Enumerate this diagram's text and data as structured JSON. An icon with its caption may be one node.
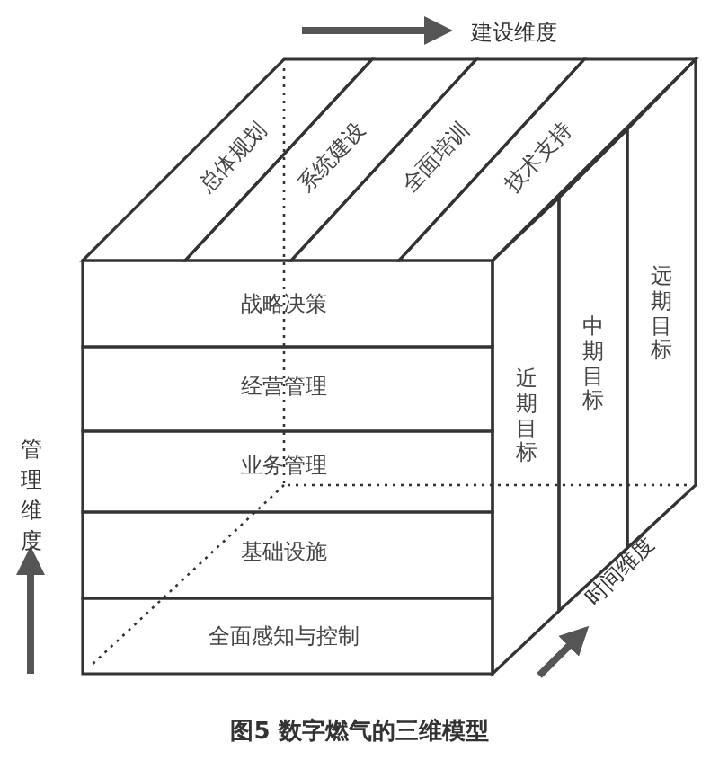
{
  "diagram": {
    "caption": "图5 数字燃气的三维模型",
    "nodes": [
      {
        "text": [
          "总体规划"
        ]
      },
      {
        "text": [
          "系统建设"
        ]
      },
      {
        "text": [
          "全面培训"
        ]
      },
      {
        "text": [
          "技术支持"
        ]
      },
      {
        "text": [
          "战略决策"
        ]
      },
      {
        "text": [
          "经营管理"
        ]
      },
      {
        "text": [
          "业务管理"
        ]
      },
      {
        "text": [
          "基础设施"
        ]
      },
      {
        "text": [
          "全面感知与控制"
        ]
      },
      {
        "text": [
          "近期目标"
        ]
      },
      {
        "text": [
          "中期目标"
        ]
      },
      {
        "text": [
          "远期目标"
        ]
      }
    ],
    "edges": [],
    "labels": [
      "建设维度",
      "管理维度",
      "时间维度"
    ]
  }
}
